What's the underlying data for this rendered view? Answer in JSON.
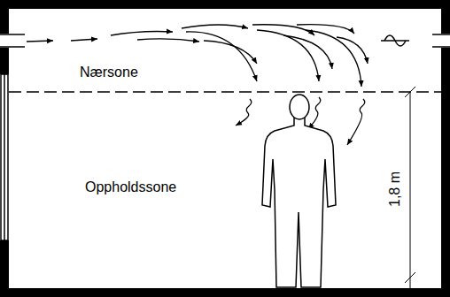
{
  "diagram": {
    "labels": [
      "Nærsone",
      "Oppholdssone",
      "1,8 m"
    ]
  }
}
